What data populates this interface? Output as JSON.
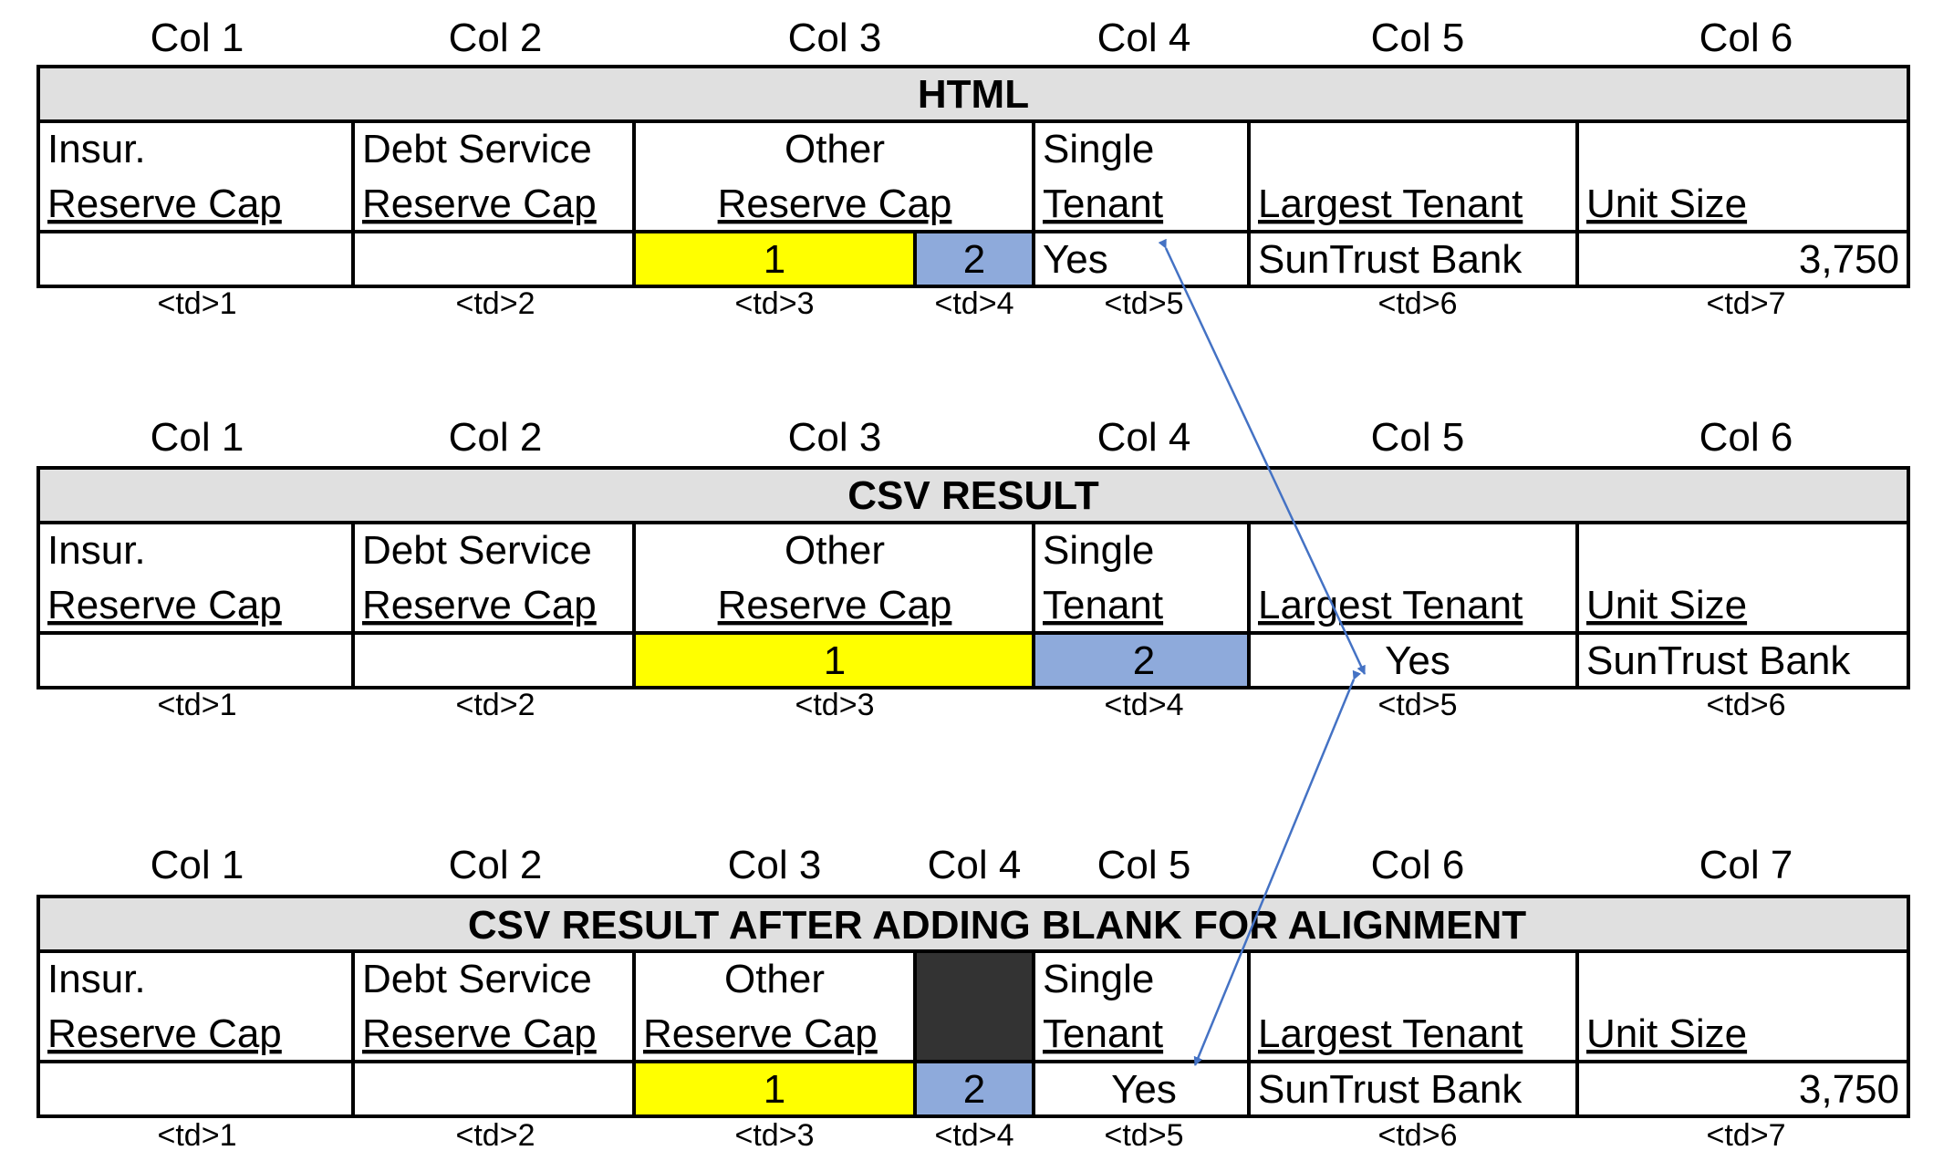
{
  "colors": {
    "title_fill": "#e0e0e0",
    "highlight_yellow": "#ffff00",
    "highlight_blue": "#8eaadb",
    "blank_fill": "#333333",
    "arrow": "#4472c4"
  },
  "tables": [
    {
      "col_headers": [
        "Col 1",
        "Col 2",
        "Col 3",
        "Col 4",
        "Col 5",
        "Col 6"
      ],
      "title": "HTML",
      "headers": [
        {
          "line1": "Insur.",
          "line2": "Reserve Cap"
        },
        {
          "line1": "Debt Service",
          "line2": "Reserve Cap"
        },
        {
          "line1": "Other",
          "line2": "Reserve Cap"
        },
        {
          "line1": "Single",
          "line2": "Tenant"
        },
        {
          "line1": "",
          "line2": "Largest Tenant"
        },
        {
          "line1": "",
          "line2": "Unit Size"
        }
      ],
      "values": [
        "",
        "",
        "1",
        "2",
        "Yes",
        "SunTrust Bank",
        "3,750"
      ],
      "td_labels": [
        "<td>1",
        "<td>2",
        "<td>3",
        "<td>4",
        "<td>5",
        "<td>6",
        "<td>7"
      ]
    },
    {
      "col_headers": [
        "Col 1",
        "Col 2",
        "Col 3",
        "Col 4",
        "Col 5",
        "Col 6"
      ],
      "title": "CSV RESULT",
      "headers": [
        {
          "line1": "Insur.",
          "line2": "Reserve Cap"
        },
        {
          "line1": "Debt Service",
          "line2": "Reserve Cap"
        },
        {
          "line1": "Other",
          "line2": "Reserve Cap"
        },
        {
          "line1": "Single",
          "line2": "Tenant"
        },
        {
          "line1": "",
          "line2": "Largest Tenant"
        },
        {
          "line1": "",
          "line2": "Unit Size"
        }
      ],
      "values": [
        "",
        "",
        "1",
        "2",
        "Yes",
        "SunTrust Bank"
      ],
      "td_labels": [
        "<td>1",
        "<td>2",
        "<td>3",
        "<td>4",
        "<td>5",
        "<td>6"
      ]
    },
    {
      "col_headers": [
        "Col 1",
        "Col 2",
        "Col 3",
        "Col 4",
        "Col 5",
        "Col 6",
        "Col 7"
      ],
      "title": "CSV RESULT AFTER ADDING BLANK FOR ALIGNMENT",
      "headers": [
        {
          "line1": "Insur.",
          "line2": "Reserve Cap"
        },
        {
          "line1": "Debt Service",
          "line2": "Reserve Cap"
        },
        {
          "line1": "Other",
          "line2": "Reserve Cap"
        },
        {
          "line1": "",
          "line2": ""
        },
        {
          "line1": "Single",
          "line2": "Tenant"
        },
        {
          "line1": "",
          "line2": "Largest Tenant"
        },
        {
          "line1": "",
          "line2": "Unit Size"
        }
      ],
      "values": [
        "",
        "",
        "1",
        "2",
        "Yes",
        "SunTrust Bank",
        "3,750"
      ],
      "td_labels": [
        "<td>1",
        "<td>2",
        "<td>3",
        "<td>4",
        "<td>5",
        "<td>6",
        "<td>7"
      ]
    }
  ]
}
